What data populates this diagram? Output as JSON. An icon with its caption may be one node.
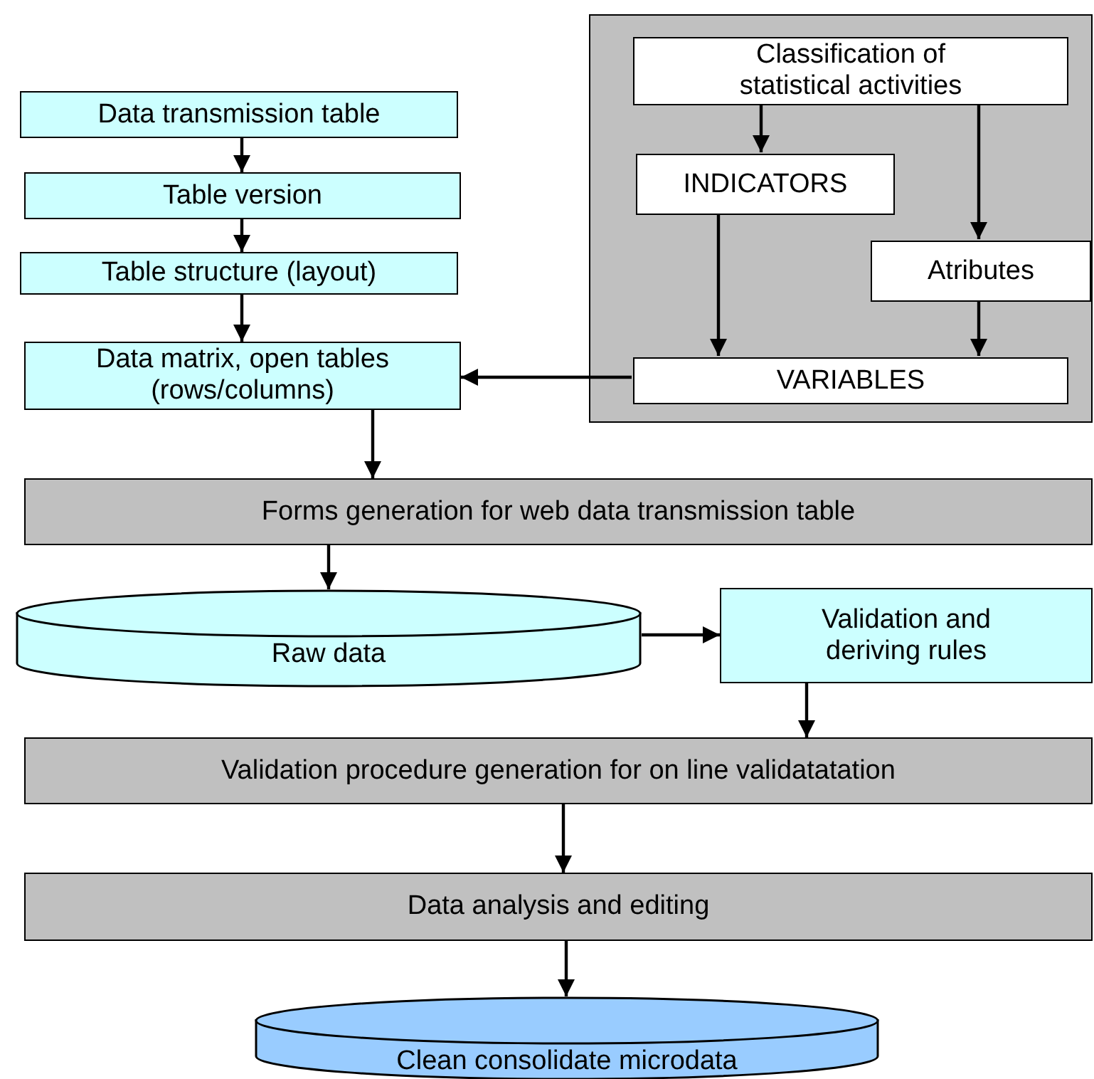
{
  "diagram": {
    "nodes": [
      {
        "text": [],
        "shape": "box"
      },
      {
        "text": [
          "Classification of statistical activities"
        ],
        "in": 0
      },
      {
        "text": [
          "INDICATORS"
        ],
        "in": 0
      },
      {
        "text": [
          "Atributes"
        ],
        "in": 0
      },
      {
        "text": [
          "VARIABLES"
        ],
        "in": 0
      },
      {
        "text": [
          "Data transmission table"
        ]
      },
      {
        "text": [
          "Table version"
        ]
      },
      {
        "text": [
          "Table structure (layout)"
        ]
      },
      {
        "text": [
          "Data matrix, open tables (rows/columns)"
        ]
      },
      {
        "text": [
          "Forms generation for web data transmission table"
        ]
      },
      {
        "text": [
          "Raw data"
        ]
      },
      {
        "text": [
          "Validation and deriving rules"
        ]
      },
      {
        "text": [
          "Validation procedure generation for on line validatatation"
        ]
      },
      {
        "text": [
          "Data analysis and editing"
        ]
      },
      {
        "text": [
          "Clean consolidate microdata"
        ]
      }
    ],
    "edges": [
      {
        "from": 1,
        "to": 2,
        "arrow": "to"
      },
      {
        "from": 1,
        "to": 3,
        "arrow": "to"
      },
      {
        "from": 2,
        "to": 4,
        "arrow": "to"
      },
      {
        "from": 3,
        "to": 4,
        "arrow": "to"
      },
      {
        "from": 4,
        "to": 8,
        "arrow": "to"
      },
      {
        "from": 5,
        "to": 6,
        "arrow": "to"
      },
      {
        "from": 6,
        "to": 7,
        "arrow": "to"
      },
      {
        "from": 7,
        "to": 8,
        "arrow": "to"
      },
      {
        "from": 8,
        "to": 9,
        "arrow": "to"
      },
      {
        "from": 9,
        "to": 10,
        "arrow": "to"
      },
      {
        "from": 10,
        "to": 11,
        "arrow": "to"
      },
      {
        "from": 11,
        "to": 12,
        "arrow": "to"
      },
      {
        "from": 12,
        "to": 13,
        "arrow": "to"
      },
      {
        "from": 13,
        "to": 14,
        "arrow": "to"
      }
    ]
  }
}
